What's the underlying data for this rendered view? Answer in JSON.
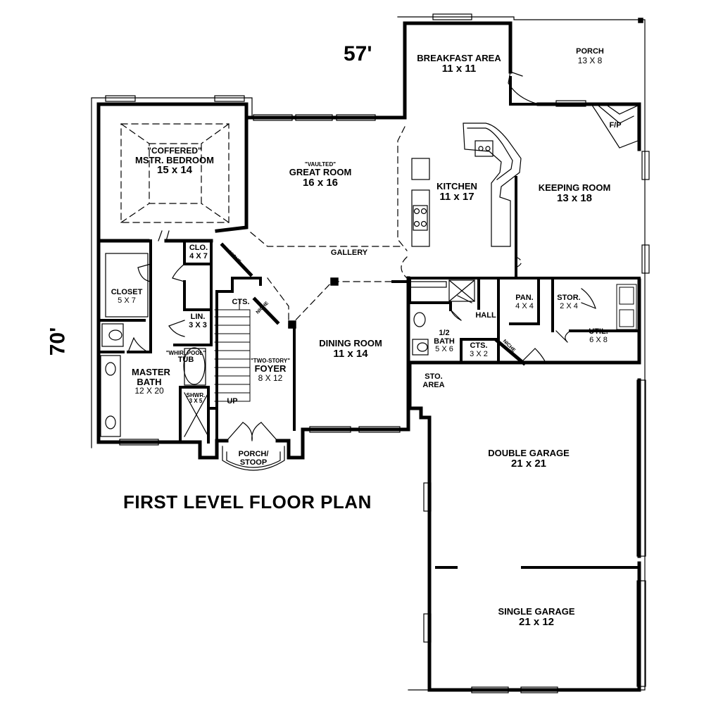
{
  "plan": {
    "title": "FIRST LEVEL FLOOR PLAN",
    "width_dimension": "57'",
    "depth_dimension": "70'"
  },
  "rooms": {
    "breakfast": {
      "name": "BREAKFAST AREA",
      "size": "11 x 11"
    },
    "porch_rear": {
      "name": "PORCH",
      "size": "13 X 8"
    },
    "master_bedroom": {
      "qualifier": "\"COFFERED\"",
      "name": "MSTR. BEDROOM",
      "size": "15 x 14"
    },
    "great_room": {
      "qualifier": "\"VAULTED\"",
      "name": "GREAT ROOM",
      "size": "16 x 16"
    },
    "kitchen": {
      "name": "KITCHEN",
      "size": "11 x 17"
    },
    "keeping_room": {
      "name": "KEEPING ROOM",
      "size": "13 x 18"
    },
    "fireplace": {
      "name": "F/P"
    },
    "gallery": {
      "name": "GALLERY"
    },
    "closet_walkin": {
      "name": "CLO.",
      "size": "4 X 7"
    },
    "closet": {
      "name": "CLOSET",
      "size": "5 X 7"
    },
    "cts_foyer": {
      "name": "CTS."
    },
    "linen": {
      "name": "LIN.",
      "size": "3 X 3"
    },
    "whirlpool_tub": {
      "qualifier": "\"WHIRLPOOL\"",
      "name": "TUB"
    },
    "master_bath": {
      "name": "MASTER BATH",
      "size": "12 X 20"
    },
    "shower": {
      "name": "SHWR.",
      "size": "3 X 5"
    },
    "foyer": {
      "qualifier": "\"TWO-STORY\"",
      "name": "FOYER",
      "size": "8 X 12"
    },
    "stair_up": {
      "name": "UP"
    },
    "dining_room": {
      "name": "DINING ROOM",
      "size": "11 x 14"
    },
    "porch_front": {
      "name": "PORCH/",
      "name2": "STOOP"
    },
    "pantry": {
      "name": "PAN.",
      "size": "4 X 4"
    },
    "storage": {
      "name": "STOR.",
      "size": "2 X 4"
    },
    "hall": {
      "name": "HALL"
    },
    "half_bath": {
      "name": "1/2 BATH",
      "size": "5 X 6"
    },
    "cts_hall": {
      "name": "CTS.",
      "size": "3 X 2"
    },
    "utility": {
      "name": "UTIL.",
      "size": "6 X 8"
    },
    "storage_area": {
      "name": "STO.",
      "name2": "AREA"
    },
    "double_garage": {
      "name": "DOUBLE GARAGE",
      "size": "21 x 21"
    },
    "single_garage": {
      "name": "SINGLE GARAGE",
      "size": "21 x 12"
    },
    "niche_1": "NICHE",
    "niche_2": "NICHE",
    "niche_3": "NICHE"
  }
}
